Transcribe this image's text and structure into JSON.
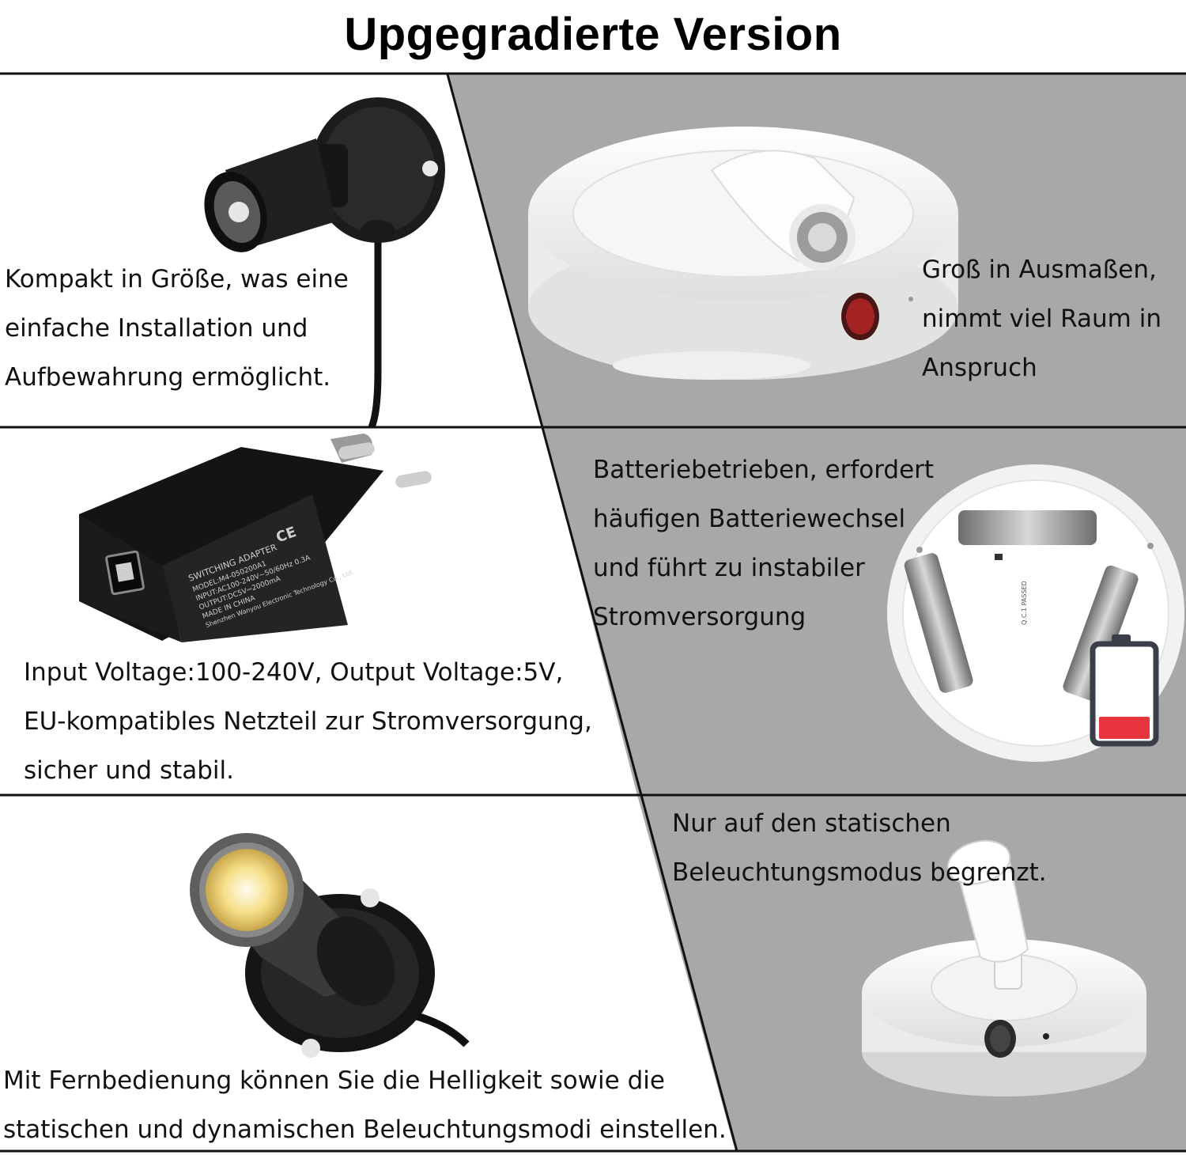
{
  "title": "Upgegradierte Version",
  "rows": [
    {
      "left": [
        "Kompakt in Größe, was eine",
        "einfache Installation und",
        "Aufbewahrung ermöglicht."
      ],
      "right": [
        "Groß in Ausmaßen,",
        "nimmt viel Raum in",
        "Anspruch"
      ]
    },
    {
      "left": [
        "Input Voltage:100-240V, Output Voltage:5V,",
        "EU-kompatibles Netzteil zur Stromversorgung,",
        "sicher und stabil."
      ],
      "right": [
        "Batteriebetrieben, erfordert",
        "häufigen Batteriewechsel",
        "und führt zu instabiler",
        "Stromversorgung"
      ]
    },
    {
      "left": [
        "Mit Fernbedienung können Sie die Helligkeit sowie die",
        "statischen und dynamischen Beleuchtungsmodi einstellen."
      ],
      "right": [
        "Nur auf den statischen",
        "Beleuchtungsmodus begrenzt."
      ]
    }
  ],
  "adapter_label": [
    "SWITCHING ADAPTER",
    "MODEL:M4-050200A1",
    "INPUT:AC100-240V~50/60Hz 0.3A",
    "OUTPUT:DC5V⎓2000mA",
    "MADE IN CHINA",
    "Shenzhen Wanyou Electronic Technology Co., Ltd."
  ],
  "adapter_mark": "CE",
  "battery_board_label": "Q.C.1 PASSED",
  "colors": {
    "panel_gray": "#a8a8a8",
    "battery_red": "#e8343c",
    "lamp_glow": "#f6e08a"
  }
}
